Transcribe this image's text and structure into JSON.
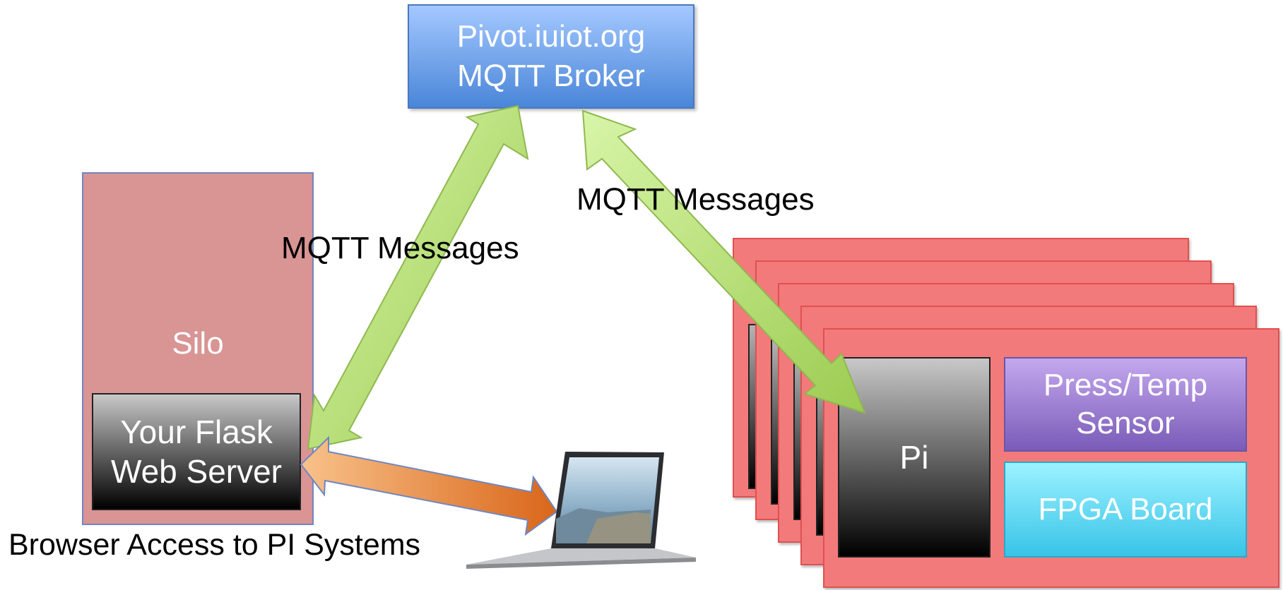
{
  "broker": {
    "line1": "Pivot.iuiot.org",
    "line2": "MQTT Broker"
  },
  "silo": {
    "label": "Silo"
  },
  "flask": {
    "line1": "Your Flask",
    "line2": "Web Server"
  },
  "messages": {
    "left": "MQTT Messages",
    "right": "MQTT Messages"
  },
  "caption": "Browser Access to PI Systems",
  "pi_system": {
    "pi_label": "Pi",
    "sensor_line1": "Press/Temp",
    "sensor_line2": "Sensor",
    "fpga_label": "FPGA Board"
  },
  "colors": {
    "broker": "#5b95e3",
    "silo": "#d99494",
    "rack": "#f37a7a",
    "sensor": "#9b7fd4",
    "fpga": "#5fd6f2",
    "mqtt_arrow": "#b8e07a",
    "browser_arrow": "#ea8a3a"
  }
}
